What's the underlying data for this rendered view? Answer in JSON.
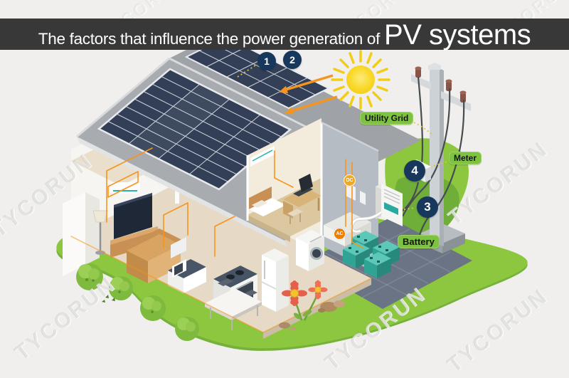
{
  "title": {
    "prefix": "The factors that influence the power generation of ",
    "highlight": "PV systems"
  },
  "callouts": {
    "utility_grid": "Utility Grid",
    "meter": "Meter",
    "battery": "Battery"
  },
  "markers": [
    {
      "n": "1"
    },
    {
      "n": "2"
    },
    {
      "n": "3"
    },
    {
      "n": "4"
    }
  ],
  "wire_badges": {
    "dc": "DC",
    "ac": "AC"
  },
  "watermark": "TYCORUN",
  "colors": {
    "banner": "#383838",
    "label_green": "#7dc242",
    "marker_navy": "#17375c",
    "accent_orange": "#f7941d",
    "sun_yellow": "#f7d51d",
    "grass_green": "#8dc63f",
    "panel_navy": "#323f57",
    "battery_teal": "#2fa394"
  }
}
